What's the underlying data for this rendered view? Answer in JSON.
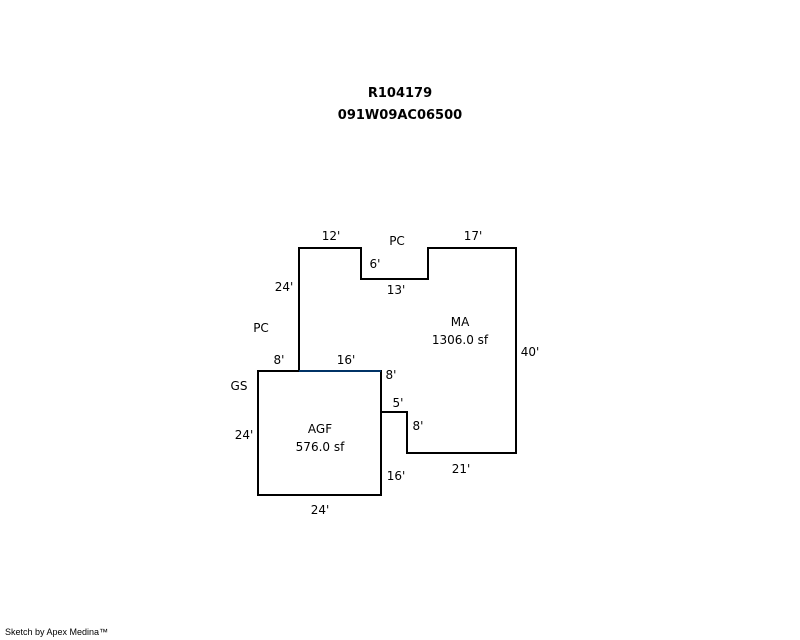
{
  "header": {
    "parcel_id": "R104179",
    "map_number": "091W09AC06500"
  },
  "areas": [
    {
      "code": "MA",
      "area": "1306.0 sf"
    },
    {
      "code": "AGF",
      "area": "576.0 sf"
    }
  ],
  "area_labels": {
    "pc_top": "PC",
    "pc_left": "PC",
    "gs": "GS"
  },
  "dimensions": {
    "ma_top_left": "12'",
    "ma_notch_depth": "6'",
    "ma_notch_width": "13'",
    "ma_top_right": "17'",
    "ma_left": "24'",
    "ma_right": "40'",
    "ma_bottom": "21'",
    "ma_step_vertical": "8'",
    "ma_step_horizontal": "5'",
    "shared_wall": "16'",
    "shared_right": "8'",
    "agf_top_left": "8'",
    "agf_left": "24'",
    "agf_bottom": "24'",
    "agf_right": "16'"
  },
  "colors": {
    "outline": "#000000",
    "shared_wall": "#003366"
  },
  "footer": "Sketch by Apex Medina™"
}
